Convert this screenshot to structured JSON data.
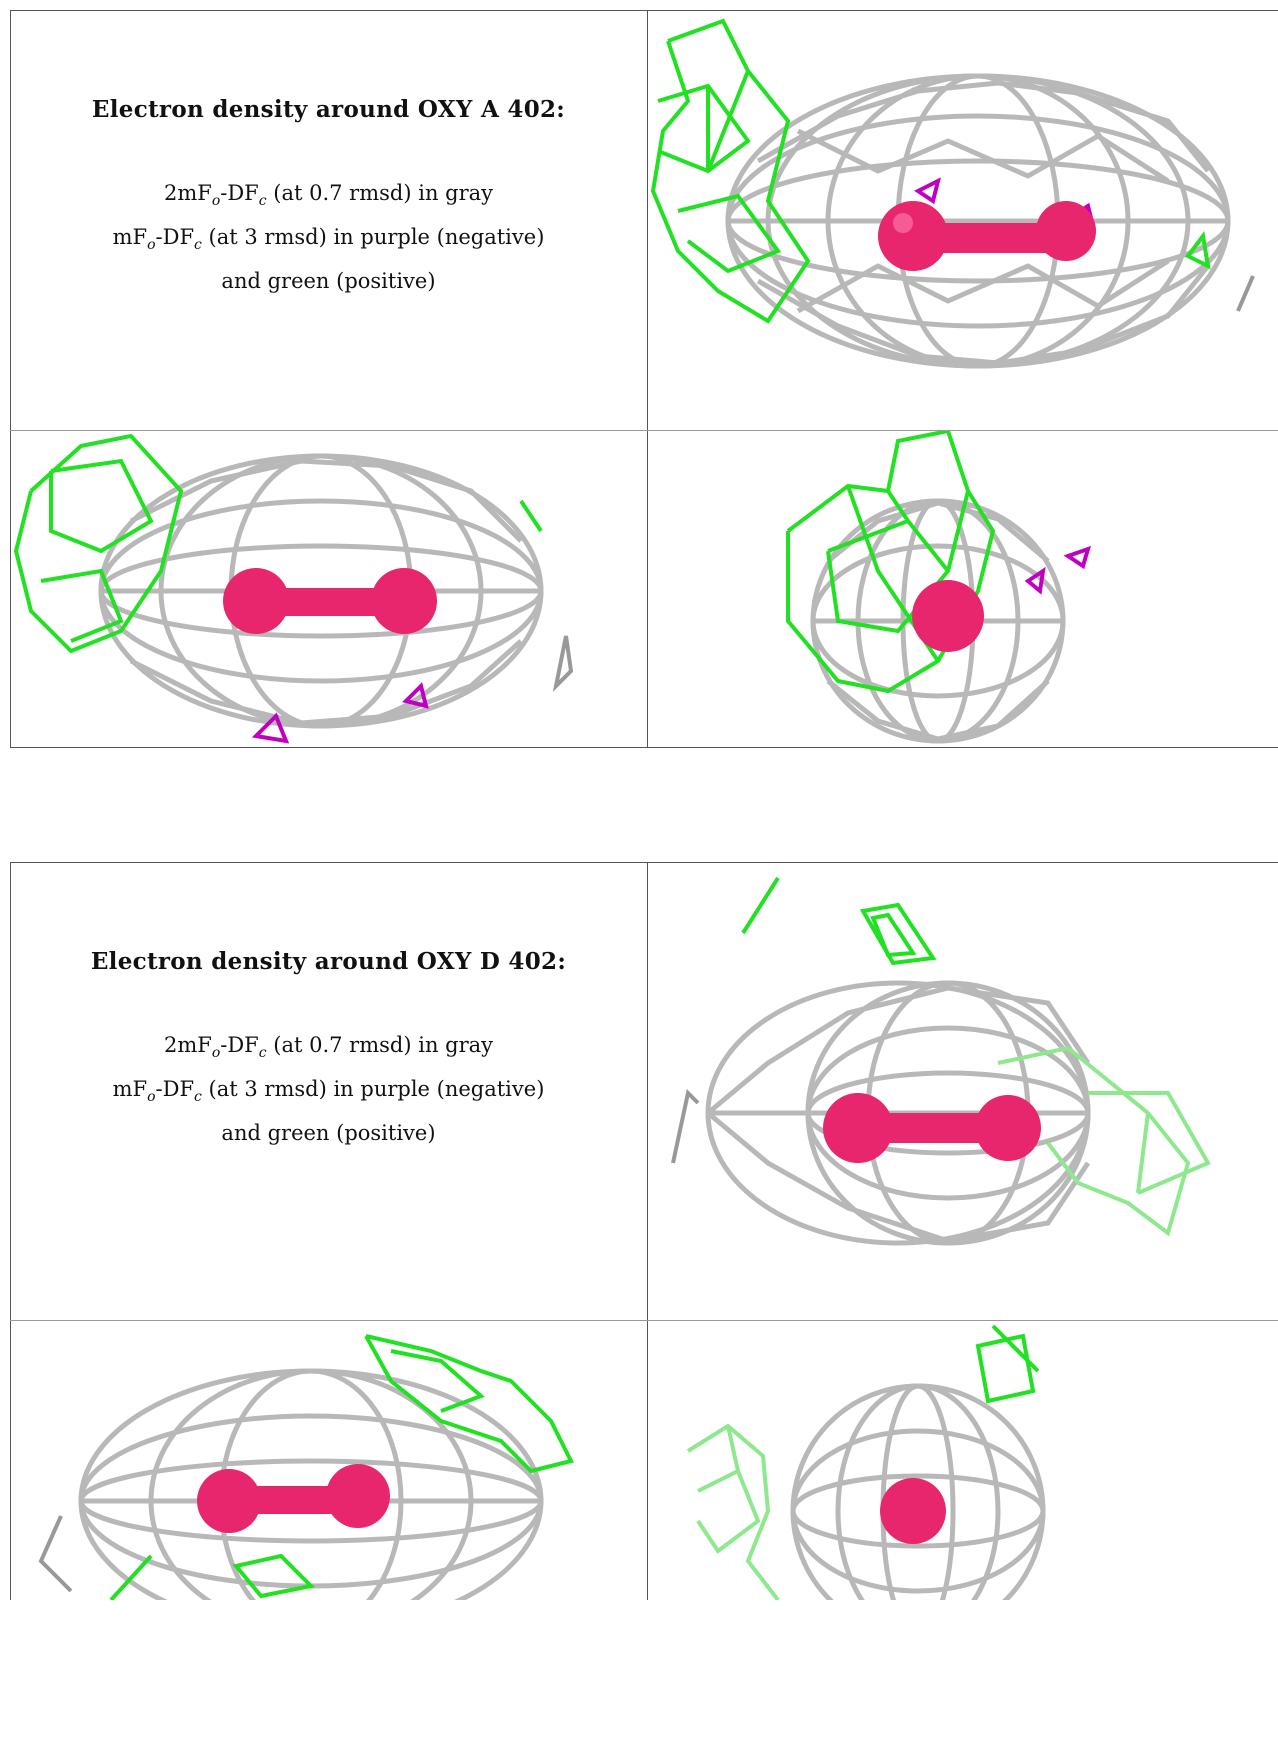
{
  "panels": [
    {
      "title": "Electron density around OXY A 402:",
      "line1": {
        "pre": "2mF",
        "sub1": "o",
        "mid": "-DF",
        "sub2": "c",
        "post": " (at 0.7 rmsd) in gray"
      },
      "line2": {
        "pre": "mF",
        "sub1": "o",
        "mid": "-DF",
        "sub2": "c",
        "post": " (at 3 rmsd) in purple (negative)"
      },
      "line3": "and green (positive)"
    },
    {
      "title": "Electron density around OXY D 402:",
      "line1": {
        "pre": "2mF",
        "sub1": "o",
        "mid": "-DF",
        "sub2": "c",
        "post": " (at 0.7 rmsd) in gray"
      },
      "line2": {
        "pre": "mF",
        "sub1": "o",
        "mid": "-DF",
        "sub2": "c",
        "post": " (at 3 rmsd) in purple (negative)"
      },
      "line3": "and green (positive)"
    }
  ],
  "colors": {
    "mesh_gray": "#b8b8b8",
    "mesh_positive": "#22e022",
    "mesh_negative": "#c000c0",
    "oxygen": "#e8266e",
    "grid_line": "#555555"
  }
}
